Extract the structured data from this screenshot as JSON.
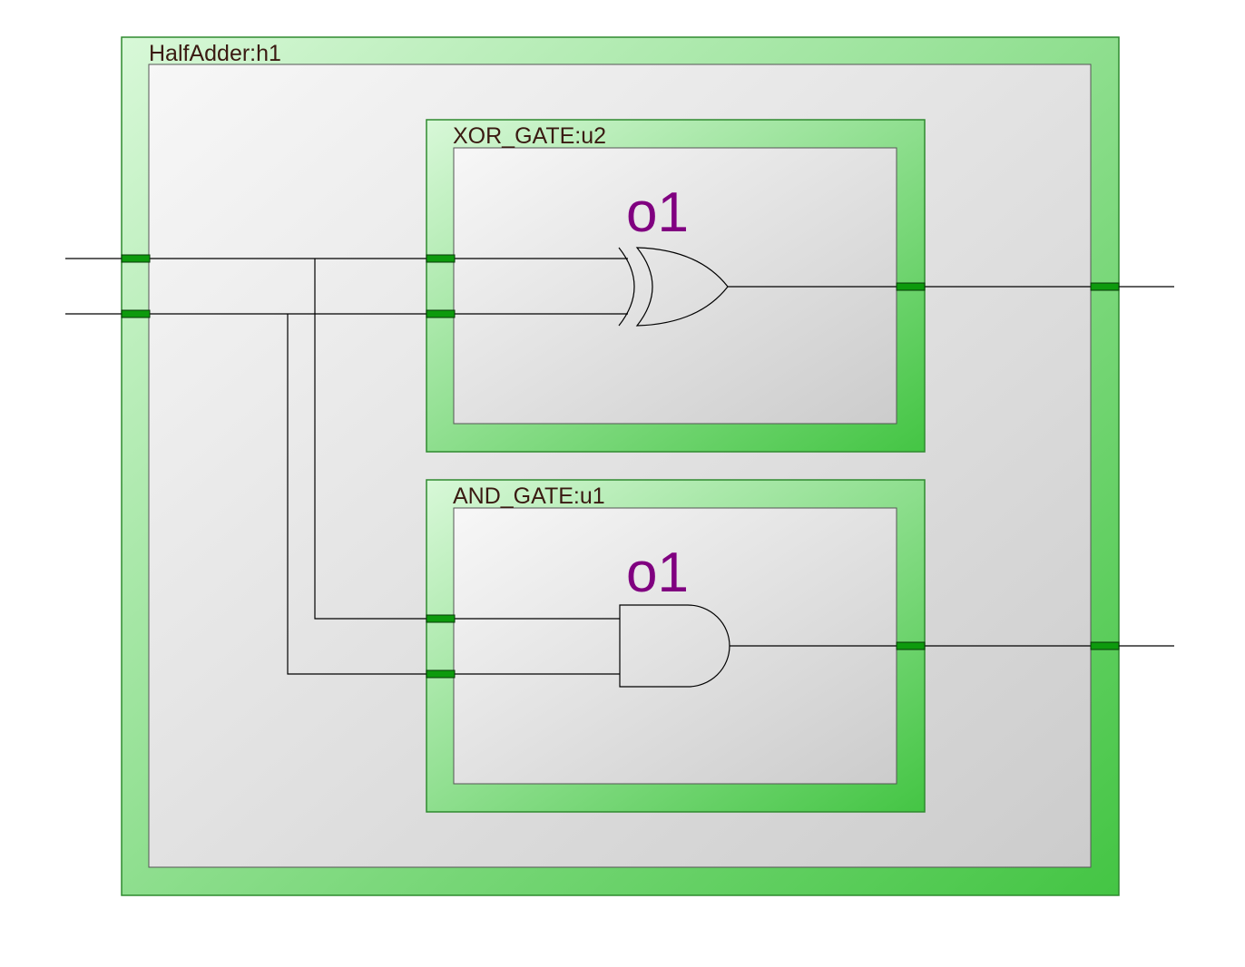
{
  "diagram": {
    "outer_block": {
      "label": "HalfAdder:h1"
    },
    "xor_block": {
      "label": "XOR_GATE:u2",
      "gate_label": "o1"
    },
    "and_block": {
      "label": "AND_GATE:u1",
      "gate_label": "o1"
    }
  },
  "colors": {
    "frame_light": "#d8f8d8",
    "frame_dark": "#44c544",
    "inner_light": "#f7f7f7",
    "inner_dark": "#cccccc",
    "port": "#0d9a0d",
    "gate_label": "#800080",
    "block_label": "#3a1a12"
  }
}
